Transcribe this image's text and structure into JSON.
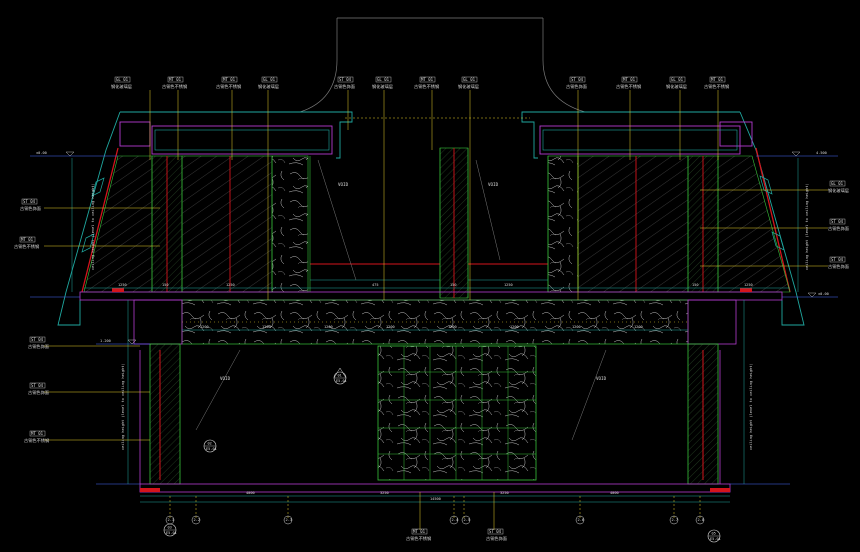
{
  "drawing": {
    "background": "#000000",
    "colors": {
      "outline": "#1fa8a0",
      "frame_green": "#37c13a",
      "red": "#d4141c",
      "magenta": "#b43bd0",
      "yellow": "#e8d02a",
      "white": "#dcdcdc",
      "blue": "#4a6cff",
      "gray": "#7a7a7a",
      "stone": "#c8c8c8"
    },
    "callouts_top": [
      {
        "code": "GL 01",
        "text": "钢化玻璃层"
      },
      {
        "code": "MT 01",
        "text": "古铜色不锈钢"
      },
      {
        "code": "MT 01",
        "text": "古铜色不锈钢"
      },
      {
        "code": "GL 01",
        "text": "钢化玻璃层"
      },
      {
        "code": "ST 04",
        "text": "古铜色饰面"
      },
      {
        "code": "GL 01",
        "text": "钢化玻璃层"
      },
      {
        "code": "MT 01",
        "text": "古铜色不锈钢"
      },
      {
        "code": "GL 01",
        "text": "钢化玻璃层"
      },
      {
        "code": "ST 04",
        "text": "古铜色饰面"
      },
      {
        "code": "MT 01",
        "text": "古铜色不锈钢"
      },
      {
        "code": "GL 01",
        "text": "钢化玻璃层"
      },
      {
        "code": "MT 01",
        "text": "古铜色不锈钢"
      }
    ],
    "callouts_left": [
      {
        "code": "ST 04",
        "text": "古铜色饰面"
      },
      {
        "code": "MT 01",
        "text": "古铜色不锈钢"
      },
      {
        "code": "ST 04",
        "text": "古铜色饰面"
      },
      {
        "code": "ST 04",
        "text": "古铜色饰面"
      },
      {
        "code": "MT 01",
        "text": "古铜色不锈钢"
      }
    ],
    "callouts_right": [
      {
        "code": "GL 01",
        "text": "钢化玻璃层"
      },
      {
        "code": "ST 04",
        "text": "古铜色饰面"
      },
      {
        "code": "ST 04",
        "text": "古铜色饰面"
      }
    ],
    "callouts_bottom": [
      {
        "code": "MT 01",
        "text": "古铜色不锈钢"
      },
      {
        "code": "ST 04",
        "text": "古铜色饰面"
      }
    ],
    "level_marks": [
      "±0.00",
      "4.500",
      "1.200",
      "±0.00"
    ],
    "void_labels": [
      "VOID",
      "VOID",
      "VOID",
      "VOID"
    ],
    "section_markers": [
      {
        "num": "01",
        "sheet": "E5-01"
      },
      {
        "num": "02",
        "sheet": "E5-01"
      },
      {
        "num": "03",
        "sheet": "E5-01"
      },
      {
        "num": "05",
        "sheet": "E5-01"
      }
    ],
    "grid_bubbles": [
      "2-1",
      "2-2",
      "2-3",
      "2-4",
      "2-5",
      "2-6",
      "2-7",
      "2-8"
    ],
    "side_note": "ceiling height (level to ceiling height)",
    "dimensions_top": [
      "1250",
      "150",
      "1250",
      "475",
      "150",
      "1250",
      "150",
      "1250"
    ],
    "dimensions_mid": [
      "1200",
      "1200",
      "1200",
      "1200",
      "1200",
      "1200",
      "1200",
      "1200"
    ],
    "dimensions_bottom": [
      "4000",
      "3250",
      "3250",
      "4000"
    ],
    "dimensions_total": "14500"
  }
}
